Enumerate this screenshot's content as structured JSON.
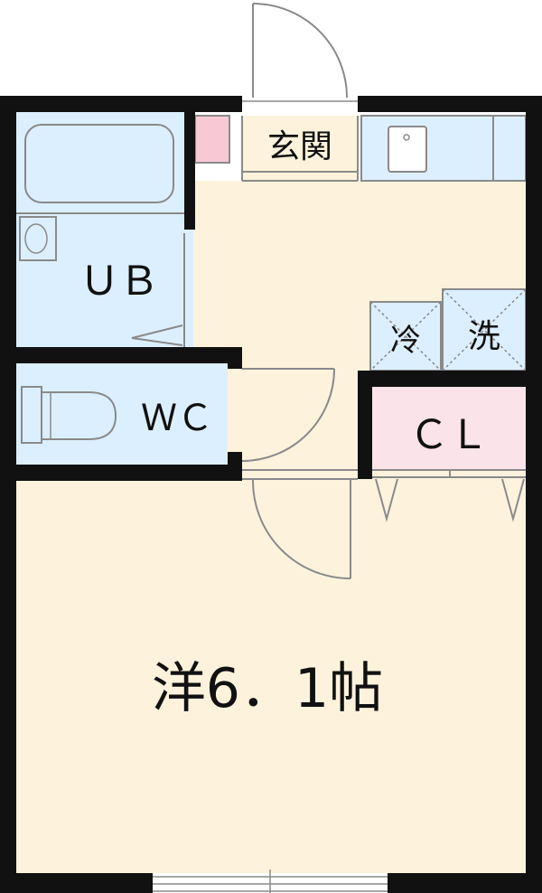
{
  "labels": {
    "entrance": "玄関",
    "bath": "ＵＢ",
    "toilet": "ＷＣ",
    "fridge": "冷",
    "washer": "洗",
    "closet": "ＣＬ",
    "main_room": "洋6．1帖"
  },
  "colors": {
    "wall": "#111111",
    "wet_area": "#dcefff",
    "wood_floor": "#fdf3dc",
    "closet": "#fbe3ea",
    "entrance_pink": "#f6c9d5",
    "line": "#8a8a8a"
  }
}
